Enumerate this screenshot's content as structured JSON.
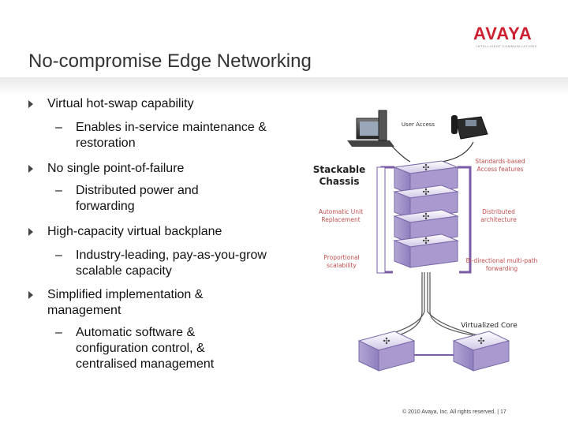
{
  "slide": {
    "title": "No-compromise Edge Networking",
    "logo": "AVAYA",
    "logo_tagline": "INTELLIGENT COMMUNICATIONS",
    "footer": "© 2010 Avaya, Inc.  All rights reserved.  |  17"
  },
  "bullets": [
    {
      "text": "Virtual hot-swap capability",
      "sub": "Enables in-service maintenance & restoration"
    },
    {
      "text": "No single point-of-failure",
      "sub": "Distributed power and forwarding"
    },
    {
      "text": "High-capacity virtual backplane",
      "sub": "Industry-leading, pay-as-you-grow scalable capacity"
    },
    {
      "text": "Simplified implementation & management",
      "sub": "Automatic software & configuration control, & centralised management"
    }
  ],
  "sub_dash": "–",
  "diagram": {
    "user_access": "User Access",
    "stackable_chassis": "Stackable Chassis",
    "automatic_unit": "Automatic Unit Replacement",
    "proportional": "Proportional scalability",
    "standards": "Standards-based Access features",
    "distributed": "Distributed architecture",
    "bidirectional": "Bi-directional multi-path forwarding",
    "virtualized_core": "Virtualized Core"
  },
  "colors": {
    "brand_red": "#cc1f2f",
    "purple": "#7a5ba6",
    "label_red": "#c0504d",
    "switch_lavender": "#c6b9df"
  },
  "icons": [
    "bullet-arrow-icon",
    "computer-icon",
    "telephone-icon",
    "switch-icon"
  ]
}
